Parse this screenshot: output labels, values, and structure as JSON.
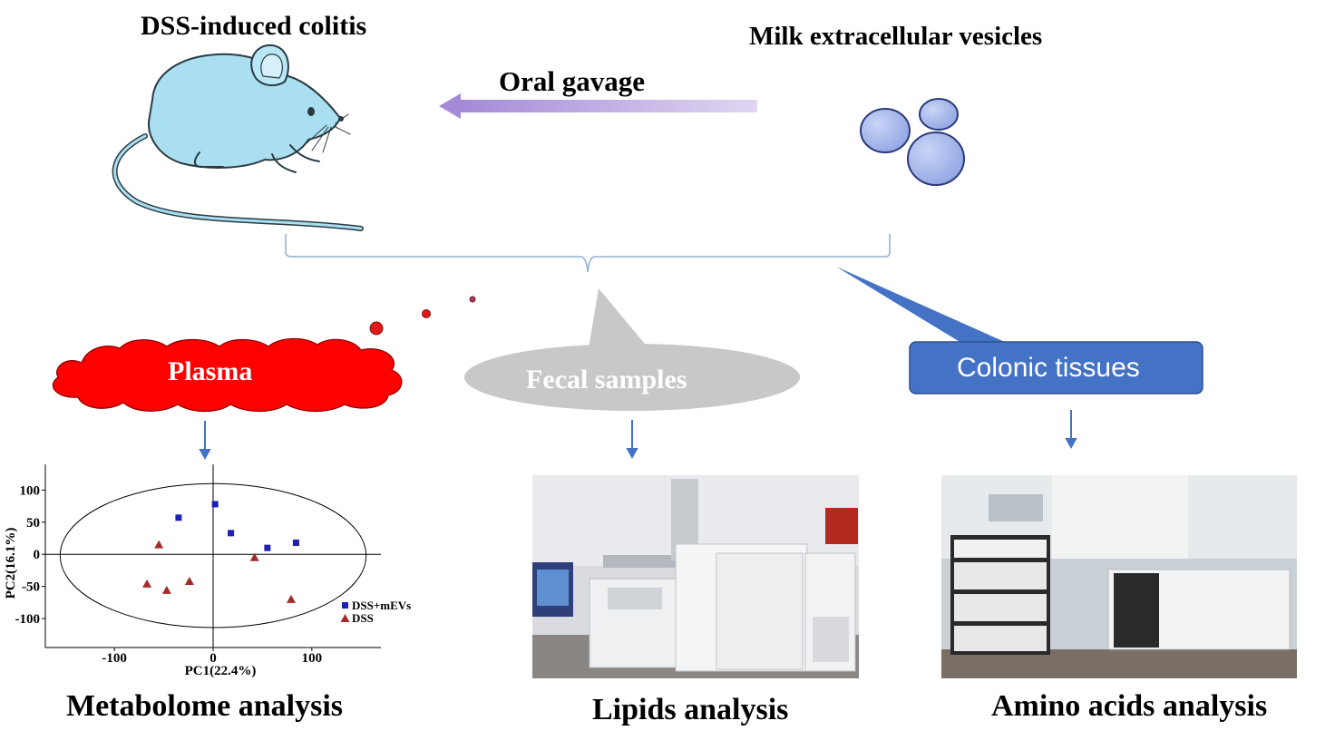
{
  "header": {
    "left_title": "DSS-induced colitis",
    "right_title": "Milk extracellular vesicles",
    "arrow_label": "Oral gavage"
  },
  "samples": {
    "plasma": "Plasma",
    "fecal": "Fecal samples",
    "colonic": "Colonic tissues"
  },
  "analyses": {
    "metabolome": "Metabolome analysis",
    "lipids": "Lipids analysis",
    "amino": "Amino acids analysis"
  },
  "colors": {
    "plasma_cloud": "#ff0000",
    "fecal_bubble": "#c8c8c8",
    "colonic_box": "#4472c4",
    "arrow": "#b9a6dc",
    "mouse_body": "#a9dff0",
    "vesicle": "#a8b9ec",
    "series_mevs": "#1f1fb4",
    "series_dss": "#a52a2a"
  },
  "chart_data": {
    "type": "scatter",
    "xlabel": "PC1(22.4%)",
    "ylabel": "PC2(16.1%)",
    "xticks": [
      "-100",
      "0",
      "100"
    ],
    "yticks": [
      "100",
      "50",
      "0",
      "-50",
      "-100"
    ],
    "xlim": [
      -170,
      170
    ],
    "ylim": [
      -145,
      140
    ],
    "series": [
      {
        "name": "DSS+mEVs",
        "marker": "square",
        "points": [
          [
            -35,
            57
          ],
          [
            2,
            78
          ],
          [
            18,
            33
          ],
          [
            55,
            10
          ],
          [
            84,
            18
          ]
        ]
      },
      {
        "name": "DSS",
        "marker": "triangle",
        "points": [
          [
            -55,
            15
          ],
          [
            -67,
            -46
          ],
          [
            -47,
            -56
          ],
          [
            -24,
            -42
          ],
          [
            42,
            -5
          ],
          [
            79,
            -70
          ]
        ]
      }
    ]
  }
}
